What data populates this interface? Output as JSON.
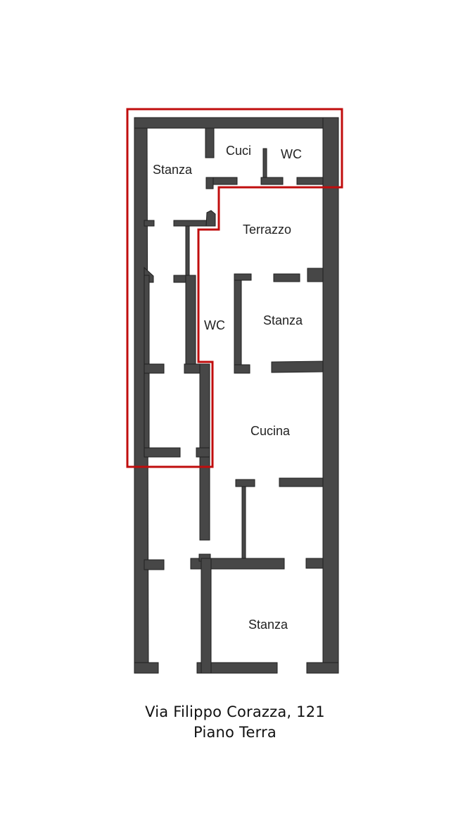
{
  "plan": {
    "rooms": {
      "stanza_top": "Stanza",
      "cuci": "Cuci",
      "wc_top": "WC",
      "terrazzo": "Terrazzo",
      "wc_mid": "WC",
      "stanza_mid": "Stanza",
      "cucina": "Cucina",
      "stanza_bottom": "Stanza"
    },
    "wall_color": "#474747",
    "highlight_color": "#c00d0d"
  },
  "caption": {
    "address": "Via Filippo Corazza, 121",
    "floor": "Piano Terra"
  }
}
